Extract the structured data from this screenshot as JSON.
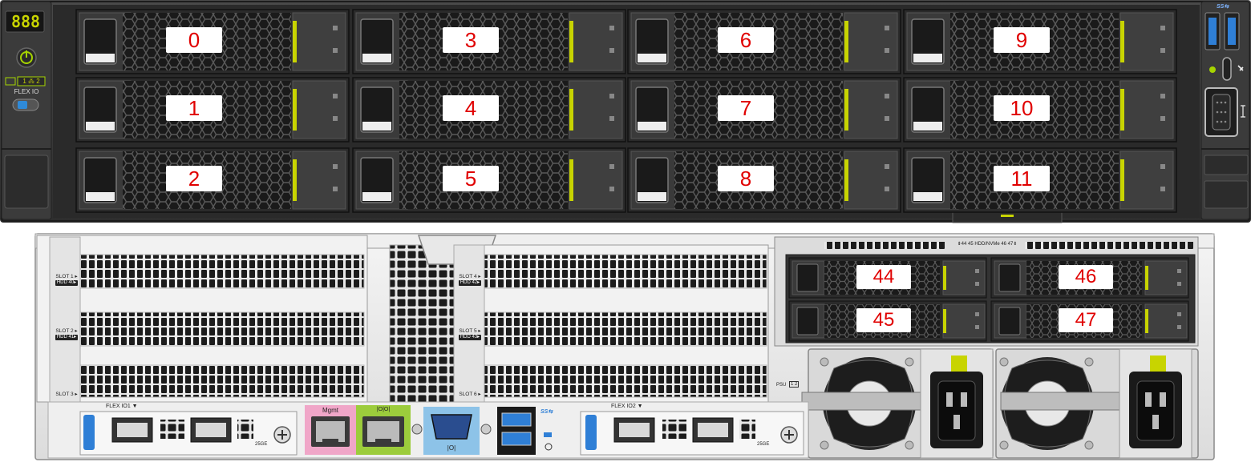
{
  "front": {
    "display_digits": "888",
    "flex_io_label": "FLEX IO",
    "flex_io_ports": "1 ⁂ 2",
    "usb_logo": "SS⇆",
    "bays": [
      {
        "id": "0"
      },
      {
        "id": "1"
      },
      {
        "id": "2"
      },
      {
        "id": "3"
      },
      {
        "id": "4"
      },
      {
        "id": "5"
      },
      {
        "id": "6"
      },
      {
        "id": "7"
      },
      {
        "id": "8"
      },
      {
        "id": "9"
      },
      {
        "id": "10"
      },
      {
        "id": "11"
      }
    ]
  },
  "rear": {
    "hdd_nvme_label": "⇟44 45 HDD/NVMe 46 47⇟",
    "slots": [
      {
        "slot": "SLOT 1 ▸",
        "hdd": "HDD 40▸"
      },
      {
        "slot": "SLOT 2 ▸",
        "hdd": "HDD 41▸"
      },
      {
        "slot": "SLOT 3 ▸",
        "hdd": ""
      },
      {
        "slot": "SLOT 4 ▸",
        "hdd": "HDD 42▸"
      },
      {
        "slot": "SLOT 5 ▸",
        "hdd": "HDD 43▸"
      },
      {
        "slot": "SLOT 6 ▸",
        "hdd": ""
      }
    ],
    "rear_bays": [
      {
        "id": "44"
      },
      {
        "id": "45"
      },
      {
        "id": "46"
      },
      {
        "id": "47"
      }
    ],
    "flex_io1": "FLEX IO1 ▼",
    "flex_io2": "FLEX IO2 ▼",
    "speed_label": "25GE",
    "mgmt_label": "Mgmt",
    "ioi_label": "|O|O|",
    "vga_label": "|O|",
    "usb_logo": "SS⇆",
    "psu_label": "PSU",
    "psu_nums": "1 2"
  },
  "colors": {
    "accent_yellow": "#c8d400",
    "label_red": "#e00000",
    "mgmt_pink": "#f0a6c8",
    "green_port": "#9ccc3c",
    "vga_blue": "#8dc3e8",
    "usb_blue": "#2f7fd6"
  }
}
